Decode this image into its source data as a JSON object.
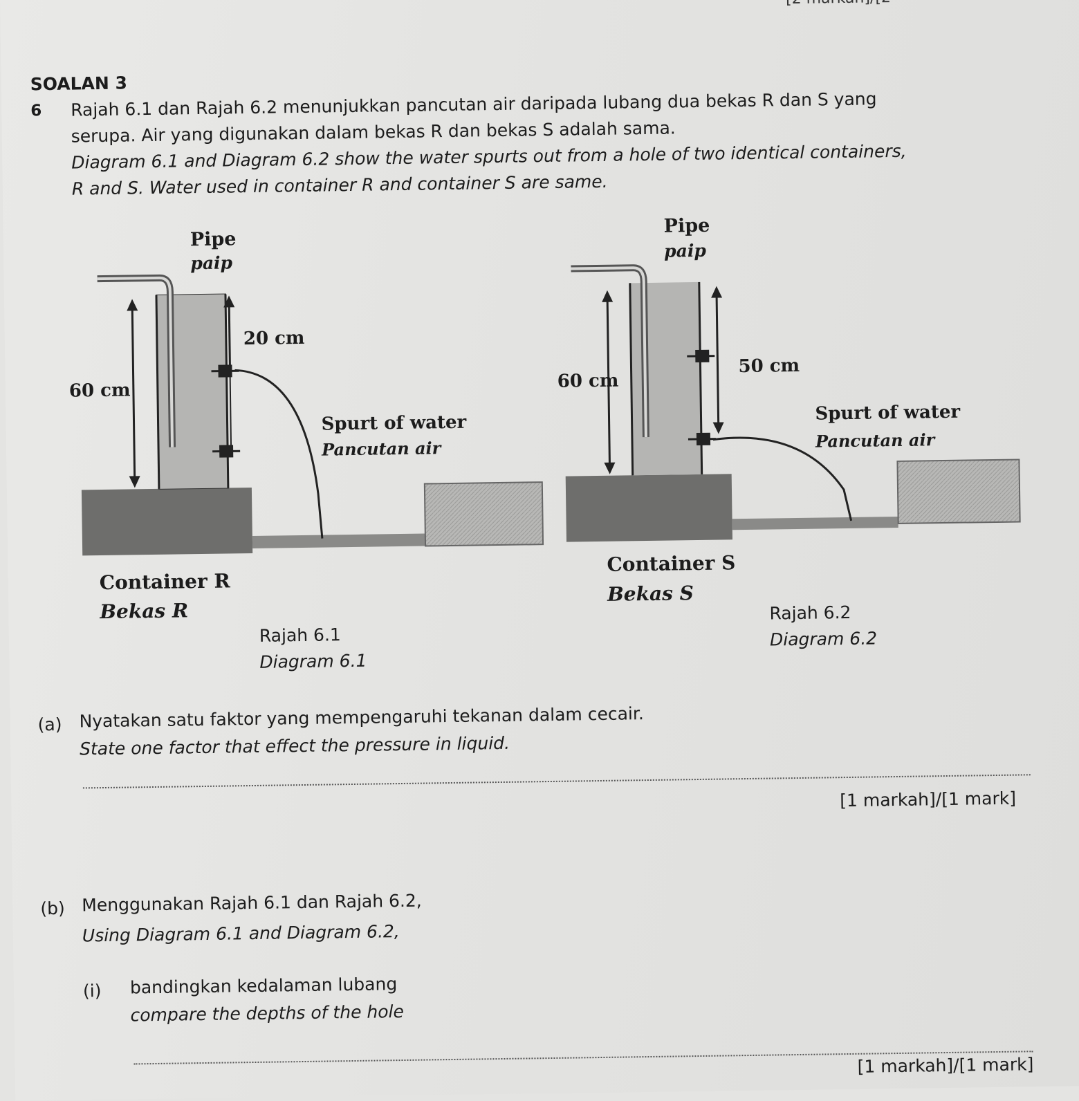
{
  "header_mark": "[2 markah]/[2",
  "section_title": "SOALAN 3",
  "question_number": "6",
  "intro": {
    "ms_line1": "Rajah 6.1 dan Rajah 6.2 menunjukkan pancutan air daripada lubang dua bekas R dan S yang",
    "ms_line2": "serupa. Air yang digunakan dalam bekas R dan bekas S adalah sama.",
    "en_line1": "Diagram 6.1 and Diagram 6.2 show the water spurts out from a hole of two identical containers,",
    "en_line2": "R and S. Water used in container R and container S are same."
  },
  "diagram_r": {
    "pipe_en": "Pipe",
    "pipe_ms": "paip",
    "height_label": "60 cm",
    "depth_label": "20 cm",
    "spurt_en": "Spurt of water",
    "spurt_ms": "Pancutan air",
    "container_en": "Container R",
    "container_ms": "Bekas R",
    "caption_ms": "Rajah 6.1",
    "caption_en": "Diagram 6.1"
  },
  "diagram_s": {
    "pipe_en": "Pipe",
    "pipe_ms": "paip",
    "height_label": "60 cm",
    "depth_label": "50 cm",
    "spurt_en": "Spurt of water",
    "spurt_ms": "Pancutan air",
    "container_en": "Container S",
    "container_ms": "Bekas S",
    "caption_ms": "Rajah 6.2",
    "caption_en": "Diagram 6.2"
  },
  "part_a": {
    "label": "(a)",
    "ms": "Nyatakan satu faktor yang mempengaruhi tekanan dalam cecair.",
    "en": "State one factor that effect the pressure in liquid.",
    "marks": "[1 markah]/[1 mark]"
  },
  "part_b": {
    "label": "(b)",
    "ms": "Menggunakan Rajah 6.1 dan Rajah 6.2,",
    "en": "Using Diagram 6.1 and Diagram 6.2,",
    "sub_i": {
      "label": "(i)",
      "ms": "bandingkan kedalaman lubang",
      "en": "compare the depths of the hole",
      "marks": "[1 markah]/[1 mark]"
    }
  }
}
